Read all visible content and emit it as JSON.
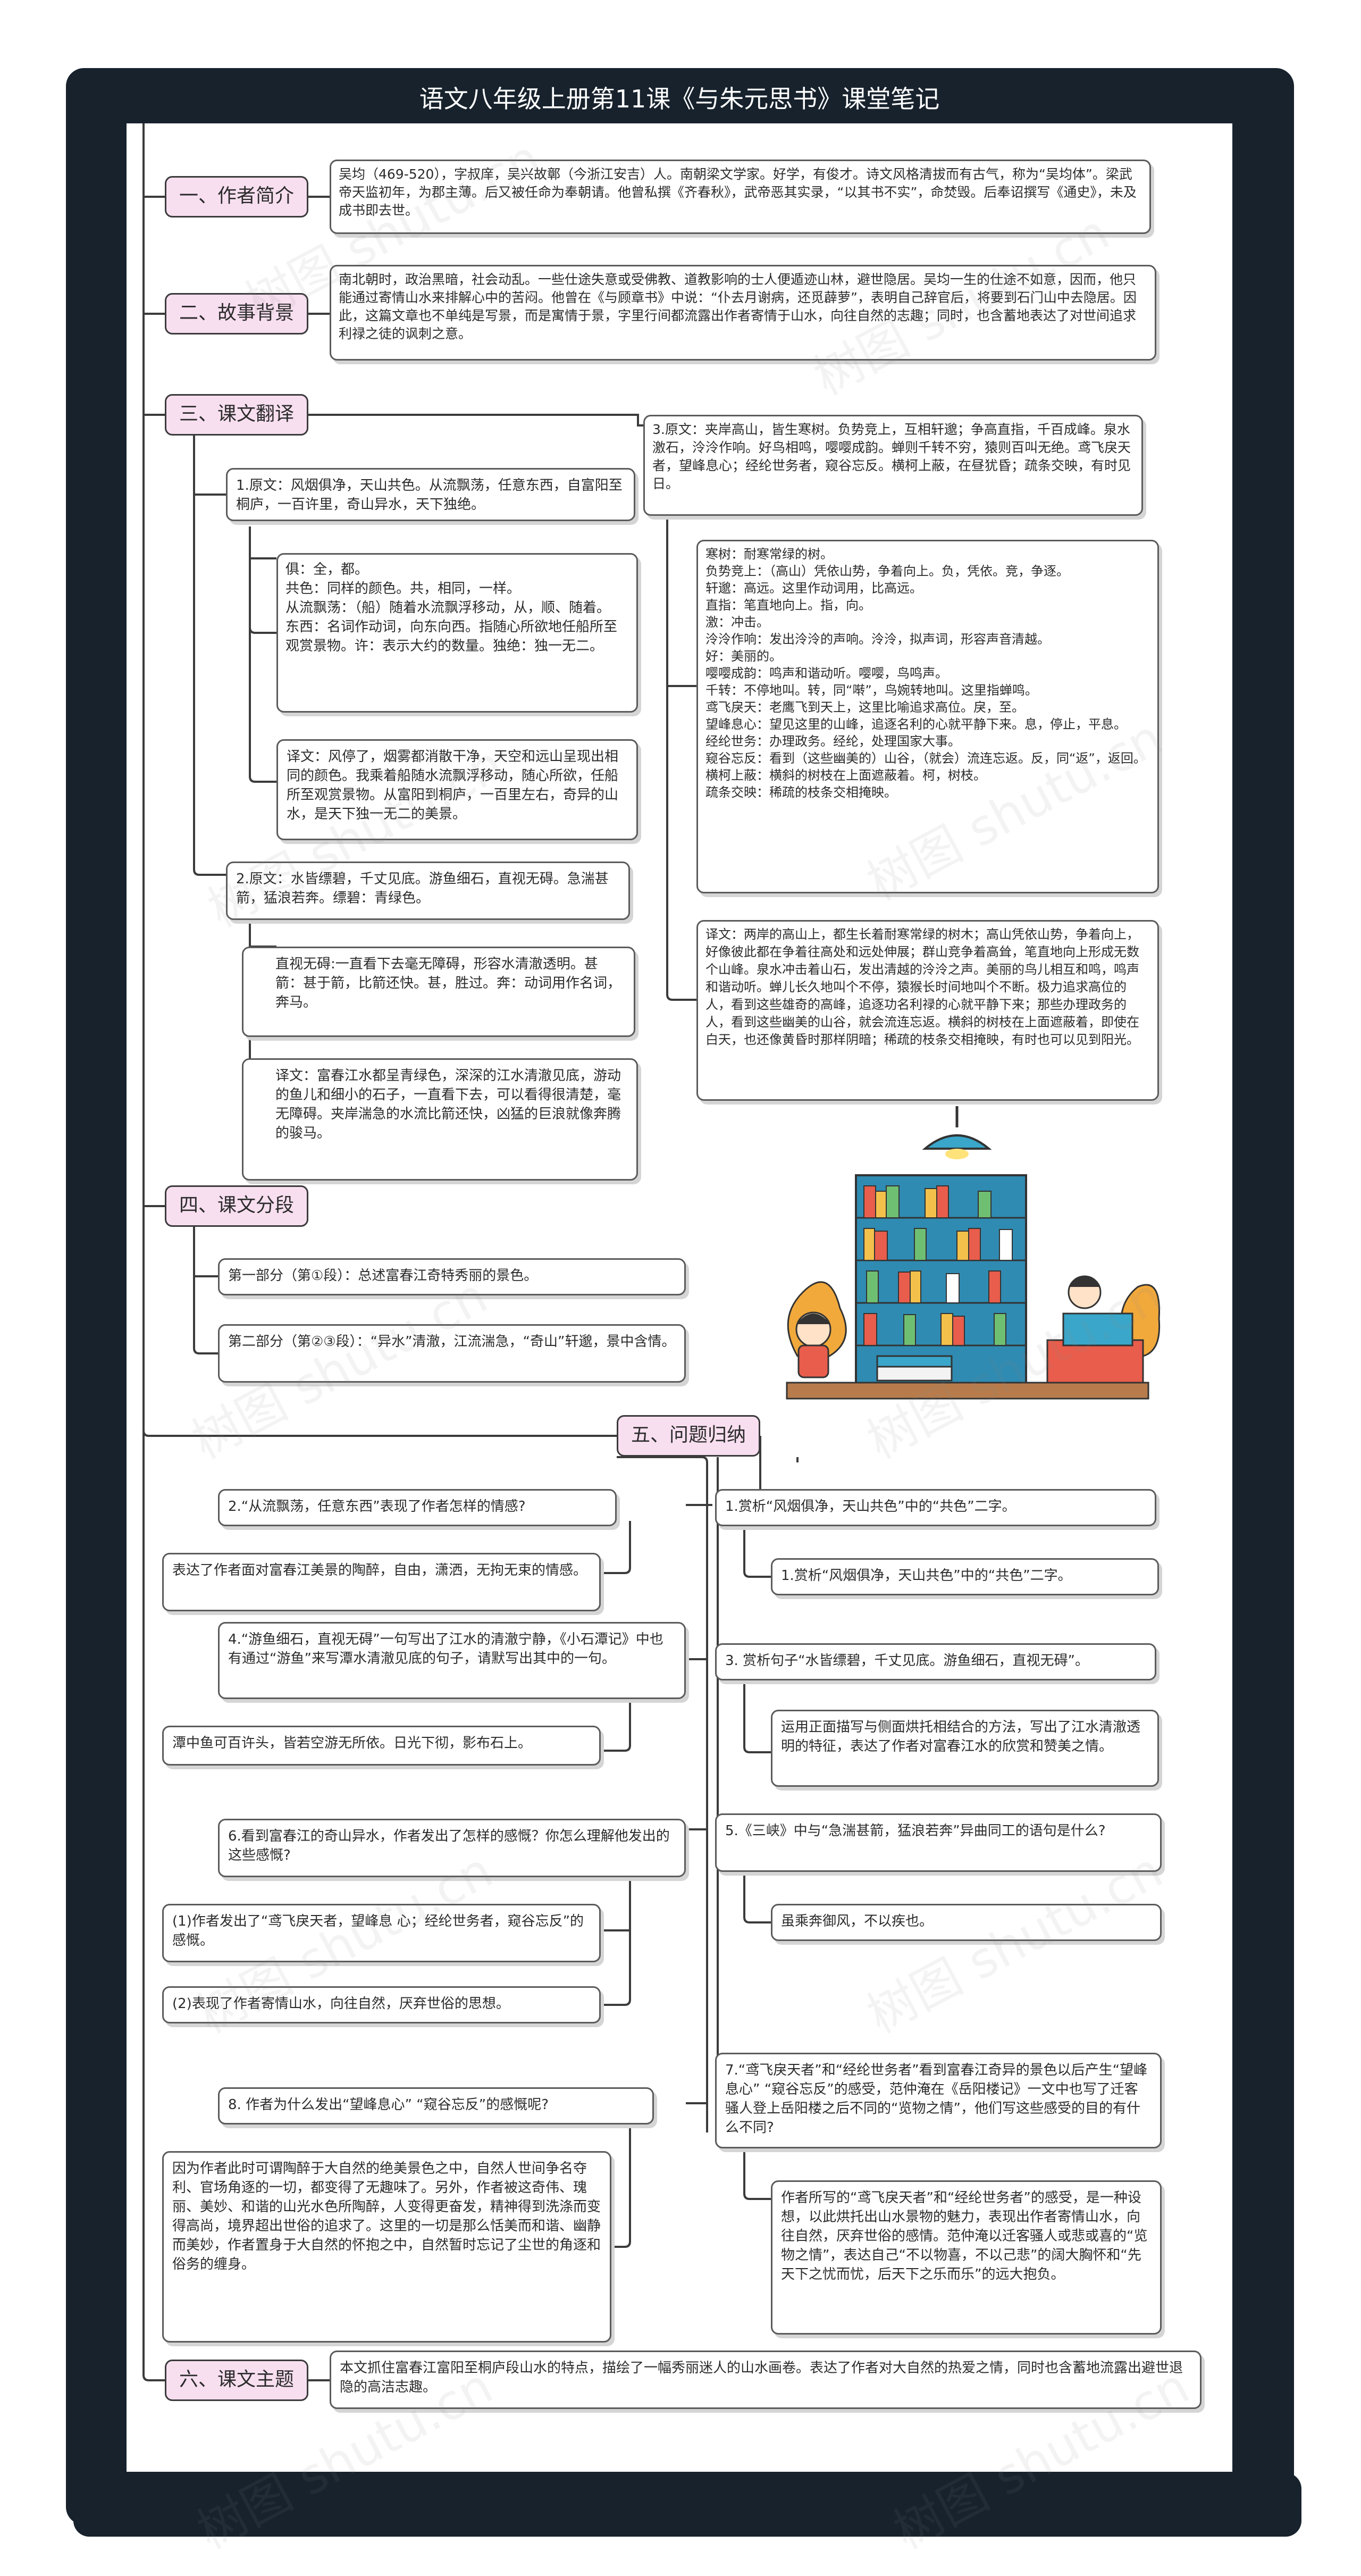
{
  "title": "语文八年级上册第11课《与朱元思书》课堂笔记",
  "sections": {
    "s1": "一、作者简介",
    "s2": "二、故事背景",
    "s3": "三、课文翻译",
    "s4": "四、课文分段",
    "s5": "五、问题归纳",
    "s6": "六、课文主题"
  },
  "author": "吴均（469-520），字叔庠，吴兴故鄣（今浙江安吉）人。南朝梁文学家。好学，有俊才。诗文风格清拔而有古气，称为“吴均体”。梁武帝天监初年，为郡主薄。后又被任命为奉朝请。他曾私撰《齐春秋》，武帝恶其实录，“以其书不实”，命焚毁。后奉诏撰写《通史》，未及成书即去世。",
  "background": "南北朝时，政治黑暗，社会动乱。一些仕途失意或受佛教、道教影响的士人便遁迹山林，避世隐居。吴均一生的仕途不如意，因而，他只能通过寄情山水来排解心中的苦闷。他曾在《与顾章书》中说：“仆去月谢病，还觅薜萝”，表明自己辞官后，将要到石门山中去隐居。因此，这篇文章也不单纯是写景，而是寓情于景，字里行间都流露出作者寄情于山水，向往自然的志趣；同时，也含蓄地表达了对世间追求利禄之徒的讽刺之意。",
  "translation": {
    "p1_original": "1.原文：风烟俱净，天山共色。从流飘荡，任意东西，自富阳至桐庐，一百许里，奇山异水，天下独绝。",
    "p1_words": "俱：全，都。\n共色：同样的颜色。共，相同，一样。\n从流飘荡：（船）随着水流飘浮移动，从，顺、随着。\n东西：名词作动词，向东向西。指随心所欲地任船所至观赏景物。许：表示大约的数量。独绝：独一无二。",
    "p1_translation": "译文：风停了，烟雾都消散干净，天空和远山呈现出相同的颜色。我乘着船随水流飘浮移动，随心所欲，任船所至观赏景物。从富阳到桐庐，一百里左右，奇异的山水，是天下独一无二的美景。",
    "p2_original": "2.原文：水皆缥碧，千丈见底。游鱼细石，直视无碍。急湍甚箭，猛浪若奔。缥碧：青绿色。",
    "p2_words": "直视无碍:一直看下去毫无障碍，形容水清澈透明。甚箭：甚于箭，比箭还快。甚，胜过。奔：动词用作名词，奔马。",
    "p2_translation": "译文：富春江水都呈青绿色，深深的江水清澈见底，游动的鱼儿和细小的石子，一直看下去，可以看得很清楚，毫无障碍。夹岸湍急的水流比箭还快，凶猛的巨浪就像奔腾的骏马。",
    "p3_original": "3.原文：夹岸高山，皆生寒树。负势竞上，互相轩邈；争高直指，千百成峰。泉水激石，泠泠作响。好鸟相鸣，嘤嘤成韵。蝉则千转不穷，猿则百叫无绝。鸢飞戾天者，望峰息心；经纶世务者，窥谷忘反。横柯上蔽，在昼犹昏；疏条交映，有时见日。",
    "p3_words": "寒树：耐寒常绿的树。\n负势竞上：（高山）凭依山势，争着向上。负，凭依。竞，争逐。\n轩邈：高远。这里作动词用，比高远。\n直指：笔直地向上。指，向。\n激：冲击。\n泠泠作响：发出泠泠的声响。泠泠，拟声词，形容声音清越。\n好：美丽的。\n嘤嘤成韵：鸣声和谐动听。嘤嘤，鸟鸣声。\n千转：不停地叫。转，同“啭”，鸟婉转地叫。这里指蝉鸣。\n鸢飞戾天：老鹰飞到天上，这里比喻追求高位。戾，至。\n望峰息心：望见这里的山峰，追逐名利的心就平静下来。息，停止，平息。\n经纶世务：办理政务。经纶，处理国家大事。\n窥谷忘反：看到（这些幽美的）山谷，（就会）流连忘返。反，同“返”，返回。\n横柯上蔽：横斜的树枝在上面遮蔽着。柯，树枝。\n疏条交映：稀疏的枝条交相掩映。",
    "p3_translation": "译文：两岸的高山上，都生长着耐寒常绿的树木；高山凭依山势，争着向上，好像彼此都在争着往高处和远处伸展；群山竞争着高耸，笔直地向上形成无数个山峰。泉水冲击着山石，发出清越的泠泠之声。美丽的鸟儿相互和鸣，鸣声和谐动听。蝉儿长久地叫个不停，猿猴长时间地叫个不断。极力追求高位的人，看到这些雄奇的高峰，追逐功名利禄的心就平静下来；那些办理政务的人，看到这些幽美的山谷，就会流连忘返。横斜的树枝在上面遮蔽着，即使在白天，也还像黄昏时那样阴暗；稀疏的枝条交相掩映，有时也可以见到阳光。"
  },
  "segments": {
    "part1": "第一部分（第①段）：总述富春江奇特秀丽的景色。",
    "part2": "第二部分（第②③段）：“异水”清澈，江流湍急，“奇山”轩邈，景中含情。"
  },
  "questions": {
    "q2": "2.“从流飘荡，任意东西”表现了作者怎样的情感?",
    "a2": "表达了作者面对富春江美景的陶醉，自由，潇洒，无拘无束的情感。",
    "q4": "4.“游鱼细石，直视无碍”一句写出了江水的清澈宁静，《小石潭记》中也有通过“游鱼”来写潭水清澈见底的句子，请默写出其中的一句。",
    "a4": "潭中鱼可百许头，皆若空游无所依。日光下彻，影布石上。",
    "q6": "6.看到富春江的奇山异水，作者发出了怎样的感慨？你怎么理解他发出的这些感慨?",
    "a6a": "(1)作者发出了“鸢飞戾天者，望峰息 心；经纶世务者，窥谷忘反”的感慨。",
    "a6b": "(2)表现了作者寄情山水，向往自然，厌弃世俗的思想。",
    "q8": "8. 作者为什么发出“望峰息心” “窥谷忘反”的感慨呢?",
    "a8": "因为作者此时可谓陶醉于大自然的绝美景色之中，自然人世间争名夺利、官场角逐的一切，都变得了无趣味了。另外，作者被这奇伟、瑰丽、美妙、和谐的山光水色所陶醉，人变得更奋发，精神得到洗涤而变得高尚，境界超出世俗的追求了。这里的一切是那么恬美而和谐、幽静而美妙，作者置身于大自然的怀抱之中，自然暂时忘记了尘世的角逐和俗务的缠身。",
    "q1": "1.赏析“风烟俱净，天山共色”中的“共色”二字。",
    "a1": "1.赏析“风烟俱净，天山共色”中的“共色”二字。",
    "q3": "3. 赏析句子“水皆缥碧，千丈见底。游鱼细石，直视无碍”。",
    "a3": "运用正面描写与侧面烘托相结合的方法，写出了江水清澈透明的特征，表达了作者对富春江水的欣赏和赞美之情。",
    "q5": "5.《三峡》中与“急湍甚箭，猛浪若奔”异曲同工的语句是什么?",
    "a5": "虽乘奔御风，不以疾也。",
    "q7": "7.“鸢飞戾天者”和“经纶世务者”看到富春江奇异的景色以后产生“望峰息心” “窥谷忘反”的感受，范仲淹在《岳阳楼记》一文中也写了迁客骚人登上岳阳楼之后不同的“览物之情”，他们写这些感受的目的有什么不同?",
    "a7": "作者所写的“鸢飞戾天者”和“经纶世务者”的感受，是一种设想，以此烘托出山水景物的魅力，表现出作者寄情山水，向往自然，厌弃世俗的感情。范仲淹以迁客骚人或悲或喜的“览物之情”，表达自己“不以物喜，不以己悲”的阔大胸怀和“先天下之忧而忧，后天下之乐而乐”的远大抱负。"
  },
  "theme": "本文抓住富春江富阳至桐庐段山水的特点，描绘了一幅秀丽迷人的山水画卷。表达了作者对大自然的热爱之情，同时也含蓄地流露出避世退隐的高洁志趣。",
  "watermark": "树图 shutu.cn",
  "colors": {
    "frame": "#17222d",
    "section_fill": "#f8dff0",
    "line": "#3b3b3b"
  }
}
